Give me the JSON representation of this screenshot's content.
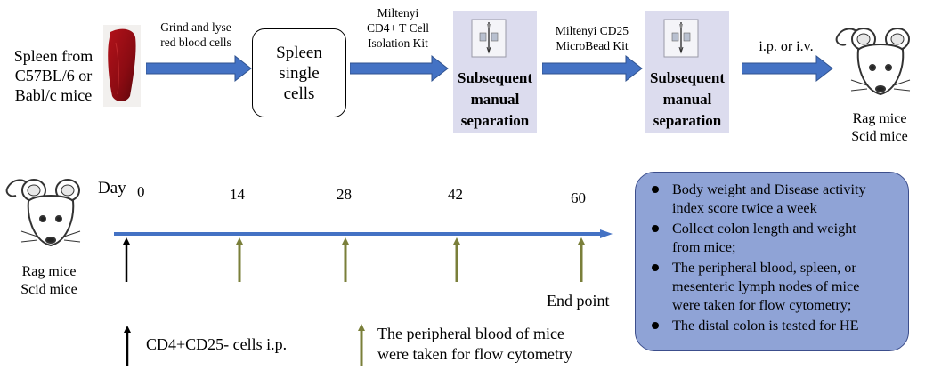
{
  "top_flow": {
    "source_label": [
      "Spleen from",
      "C57BL/6 or",
      "Babl/c mice"
    ],
    "step1_label": [
      "Grind and lyse",
      "red blood cells"
    ],
    "single_cells_box": [
      "Spleen",
      "single",
      "cells"
    ],
    "step2_label": [
      "Miltenyi",
      "CD4+ T Cell",
      "Isolation  Kit"
    ],
    "separation_1": [
      "Subsequent",
      "manual",
      "separation"
    ],
    "step3_label": [
      "Miltenyi  CD25",
      "MicroBead  Kit"
    ],
    "separation_2": [
      "Subsequent",
      "manual",
      "separation"
    ],
    "step4_label": "i.p. or i.v.",
    "recipient_label": [
      "Rag mice",
      "Scid mice"
    ]
  },
  "timeline": {
    "mouse_label": [
      "Rag mice",
      "Scid mice"
    ],
    "day_word": "Day",
    "days": [
      "0",
      "14",
      "28",
      "42",
      "60"
    ],
    "end_point": "End point",
    "injection_color": "#000000",
    "sampling_color": "#7a7f3a",
    "axis_color": "#4472c4"
  },
  "legend": {
    "injection": "CD4+CD25- cells i.p.",
    "sampling": [
      "The peripheral  blood of mice",
      "were taken for flow cytometry"
    ]
  },
  "outcomes": [
    [
      "Body weight  and Disease activity",
      "index score twice a week"
    ],
    [
      "Collect colon length and weight",
      "from mice;"
    ],
    [
      "The peripheral blood, spleen, or",
      "mesenteric  lymph nodes of mice",
      "were taken for flow cytometry;"
    ],
    [
      "The distal colon is tested for HE"
    ]
  ],
  "colors": {
    "arrow_blue": "#4472c4",
    "panel": "#dcdcee",
    "outcome_box": "#8fa3d6"
  }
}
